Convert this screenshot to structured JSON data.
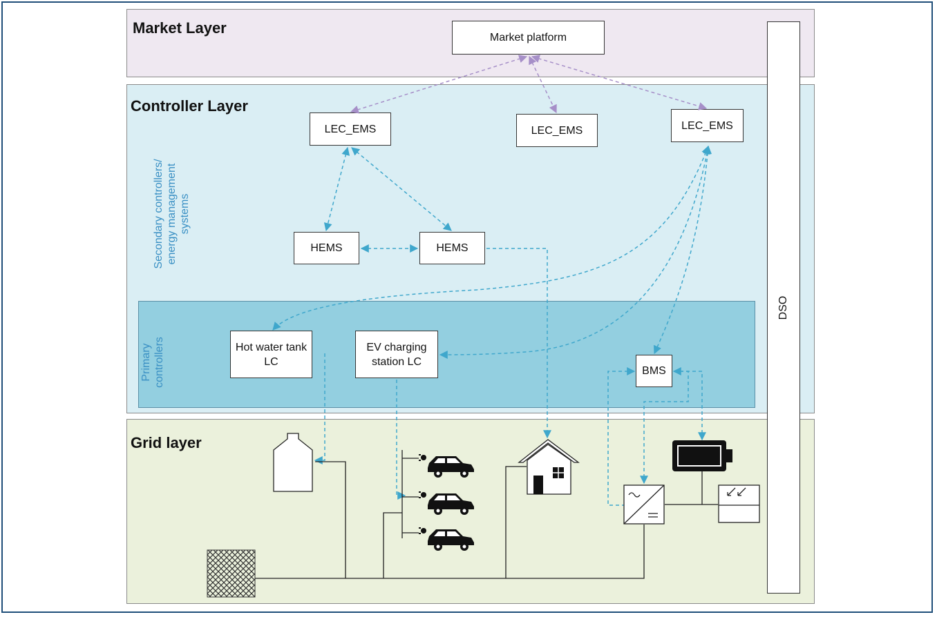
{
  "layers": {
    "market": "Market Layer",
    "controller": "Controller Layer",
    "grid": "Grid layer"
  },
  "side_labels": {
    "secondary": "Secondary controllers/ energy management systems",
    "primary": "Primary controllers"
  },
  "nodes": {
    "market_platform": "Market platform",
    "lec_ems_1": "LEC_EMS",
    "lec_ems_2": "LEC_EMS",
    "lec_ems_3": "LEC_EMS",
    "hems_1": "HEMS",
    "hems_2": "HEMS",
    "hot_water_lc": "Hot water tank LC",
    "ev_lc": "EV charging station LC",
    "bms": "BMS",
    "dso": "DSO"
  },
  "icons": {
    "water_tank": "water-tank-icon",
    "ev_cars": "electric-car-icon",
    "house": "house-icon",
    "battery": "battery-icon",
    "inverter": "inverter-icon",
    "pv_panel": "solar-panel-icon",
    "grid_transformer": "grid-hatched-box-icon"
  },
  "colors": {
    "market_links": "#a68fc8",
    "controller_links": "#3fa7cc",
    "grid_wire": "#222222",
    "frame": "#1f4e79"
  }
}
